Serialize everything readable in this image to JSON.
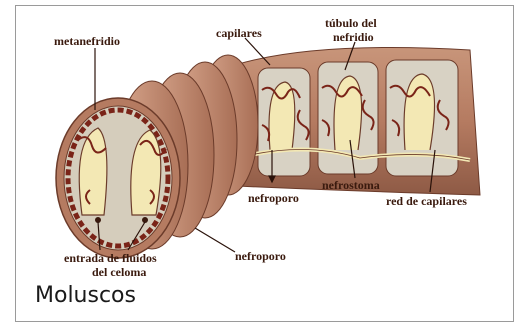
{
  "labels": {
    "metanefridio": "metanefridio",
    "capilares": "capilares",
    "tubulo_line1": "túbulo del",
    "tubulo_line2": "nefridio",
    "nefroporo_top": "nefroporo",
    "nefrostoma": "nefrostoma",
    "red_capilares": "red de capilares",
    "entrada_line1": "entrada de fluidos",
    "entrada_line2": "del celoma",
    "nefroporo_bottom": "nefroporo"
  },
  "caption": "Moluscos"
}
